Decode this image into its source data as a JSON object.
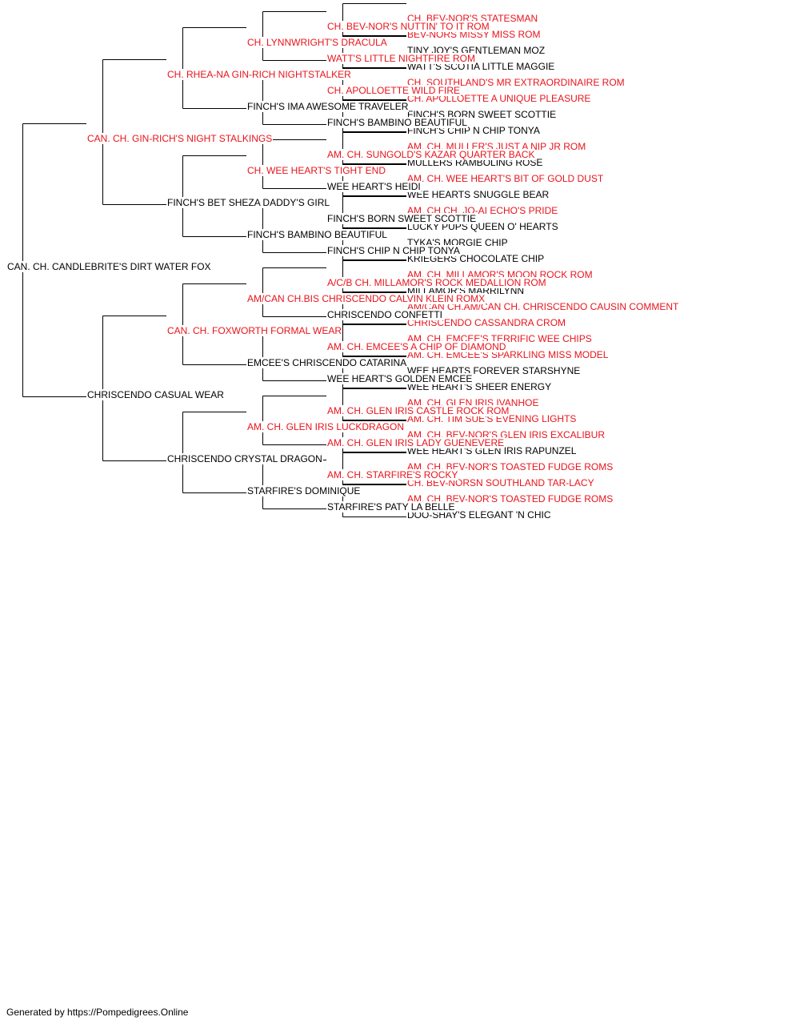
{
  "colors": {
    "champion": "#e8141c",
    "normal": "#000000",
    "line": "#000000"
  },
  "pedigree": {
    "name": "CAN. CH. CANDLEBRITE'S DIRT WATER FOX",
    "champion": false,
    "sire": {
      "name": "CAN. CH. GIN-RICH'S NIGHT STALKINGS",
      "champion": true,
      "sire": {
        "name": "CH. RHEA-NA GIN-RICH NIGHTSTALKER",
        "champion": true,
        "sire": {
          "name": "CH. LYNNWRIGHT'S DRACULA",
          "champion": true,
          "sire": {
            "name": "CH. BEV-NOR'S NUTTIN' TO IT ROM",
            "champion": true,
            "sire": {
              "name": "CH. BEV-NOR'S STATESMAN",
              "champion": true
            },
            "dam": {
              "name": "BEV-NORS MISSY MISS ROM",
              "champion": true
            }
          },
          "dam": {
            "name": "WATT'S LITTLE NIGHTFIRE ROM",
            "champion": true,
            "sire": {
              "name": "TINY JOY'S GENTLEMAN MOZ",
              "champion": false
            },
            "dam": {
              "name": "WATT'S SCOTIA LITTLE MAGGIE",
              "champion": false
            }
          }
        },
        "dam": {
          "name": "FINCH'S IMA AWESOME TRAVELER",
          "champion": false,
          "sire": {
            "name": "CH. APOLLOETTE WILD FIRE",
            "champion": true,
            "sire": {
              "name": "CH. SOUTHLAND'S MR EXTRAORDINAIRE ROM",
              "champion": true
            },
            "dam": {
              "name": "CH. APOLLOETTE A UNIQUE PLEASURE",
              "champion": true
            }
          },
          "dam": {
            "name": "FINCH'S BAMBINO BEAUTIFUL",
            "champion": false,
            "sire": {
              "name": "FINCH'S BORN SWEET SCOTTIE",
              "champion": false
            },
            "dam": {
              "name": "FINCH'S CHIP N CHIP TONYA",
              "champion": false
            }
          }
        }
      },
      "dam": {
        "name": "FINCH'S BET SHEZA DADDY'S GIRL",
        "champion": false,
        "sire": {
          "name": "CH. WEE HEART'S TIGHT END",
          "champion": true,
          "sire": {
            "name": "AM. CH. SUNGOLD'S KAZAR QUARTER BACK",
            "champion": true,
            "sire": {
              "name": "AM. CH. MULLER'S JUST A NIP JR ROM",
              "champion": true
            },
            "dam": {
              "name": "MULLERS RAMBOLING ROSE",
              "champion": false
            }
          },
          "dam": {
            "name": "WEE HEART'S HEIDI",
            "champion": false,
            "sire": {
              "name": "AM. CH. WEE HEART'S BIT OF GOLD DUST",
              "champion": true
            },
            "dam": {
              "name": "WEE HEARTS SNUGGLE BEAR",
              "champion": false
            }
          }
        },
        "dam": {
          "name": "FINCH'S BAMBINO BEAUTIFUL",
          "champion": false,
          "sire": {
            "name": "FINCH'S BORN SWEET SCOTTIE",
            "champion": false,
            "sire": {
              "name": "AM. CH.CH. JO-AI ECHO'S PRIDE",
              "champion": true
            },
            "dam": {
              "name": "LUCKY PUPS QUEEN O' HEARTS",
              "champion": false
            }
          },
          "dam": {
            "name": "FINCH'S CHIP N CHIP TONYA",
            "champion": false,
            "sire": {
              "name": "TYKA'S MORGIE CHIP",
              "champion": false
            },
            "dam": {
              "name": "KRIEGERS CHOCOLATE CHIP",
              "champion": false
            }
          }
        }
      }
    },
    "dam": {
      "name": "CHRISCENDO CASUAL WEAR",
      "champion": false,
      "sire": {
        "name": "CAN. CH. FOXWORTH FORMAL WEAR",
        "champion": true,
        "sire": {
          "name": "AM/CAN CH.BIS CHRISCENDO CALVIN KLEIN ROMX",
          "champion": true,
          "sire": {
            "name": "A/C/B CH. MILLAMOR'S ROCK MEDALLION ROM",
            "champion": true,
            "sire": {
              "name": "AM. CH. MILLAMOR'S MOON ROCK ROM",
              "champion": true
            },
            "dam": {
              "name": "MILLAMOR'S MARRILYNN",
              "champion": false
            }
          },
          "dam": {
            "name": "CHRISCENDO CONFETTI",
            "champion": false,
            "sire": {
              "name": "AM/CAN CH.AM/CAN CH. CHRISCENDO CAUSIN COMMENT",
              "champion": true
            },
            "dam": {
              "name": "CHRISCENDO CASSANDRA CROM",
              "champion": true
            }
          }
        },
        "dam": {
          "name": "EMCEE'S CHRISCENDO CATARINA",
          "champion": false,
          "sire": {
            "name": "AM. CH. EMCEE'S A CHIP OF DIAMOND",
            "champion": true,
            "sire": {
              "name": "AM. CH. EMCEE'S TERRIFIC WEE CHIPS",
              "champion": true
            },
            "dam": {
              "name": "AM. CH. EMCEE'S SPARKLING MISS MODEL",
              "champion": true
            }
          },
          "dam": {
            "name": "WEE HEART'S GOLDEN EMCEE",
            "champion": false,
            "sire": {
              "name": "WEE HEARTS FOREVER STARSHYNE",
              "champion": false
            },
            "dam": {
              "name": "WEE HEART'S SHEER ENERGY",
              "champion": false
            }
          }
        }
      },
      "dam": {
        "name": "CHRISCENDO CRYSTAL DRAGON",
        "champion": false,
        "sire": {
          "name": "AM. CH. GLEN IRIS LUCKDRAGON",
          "champion": true,
          "sire": {
            "name": "AM. CH. GLEN IRIS CASTLE ROCK ROM",
            "champion": true,
            "sire": {
              "name": "AM. CH. GLEN IRIS IVANHOE",
              "champion": true
            },
            "dam": {
              "name": "AM. CH. TIM SUE'S EVENING LIGHTS",
              "champion": true
            }
          },
          "dam": {
            "name": "AM. CH. GLEN IRIS LADY GUENEVERE",
            "champion": true,
            "sire": {
              "name": "AM. CH. BEV-NOR'S GLEN IRIS EXCALIBUR",
              "champion": true
            },
            "dam": {
              "name": "WEE HEART'S GLEN IRIS RAPUNZEL",
              "champion": false
            }
          }
        },
        "dam": {
          "name": "STARFIRE'S DOMINIQUE",
          "champion": false,
          "sire": {
            "name": "AM. CH. STARFIRE'S ROCKY",
            "champion": true,
            "sire": {
              "name": "AM. CH. BEV-NOR'S TOASTED FUDGE ROMS",
              "champion": true
            },
            "dam": {
              "name": "CH. BEV-NORSN SOUTHLAND TAR-LACY",
              "champion": true
            }
          },
          "dam": {
            "name": "STARFIRE'S PATY LA BELLE",
            "champion": false,
            "sire": {
              "name": "AM. CH. BEV-NOR'S TOASTED FUDGE ROMS",
              "champion": true
            },
            "dam": {
              "name": "DOO-SHAY'S ELEGANT 'N CHIC",
              "champion": false
            }
          }
        }
      }
    }
  },
  "footer": {
    "text": "Generated by https://Pompedigrees.Online"
  }
}
